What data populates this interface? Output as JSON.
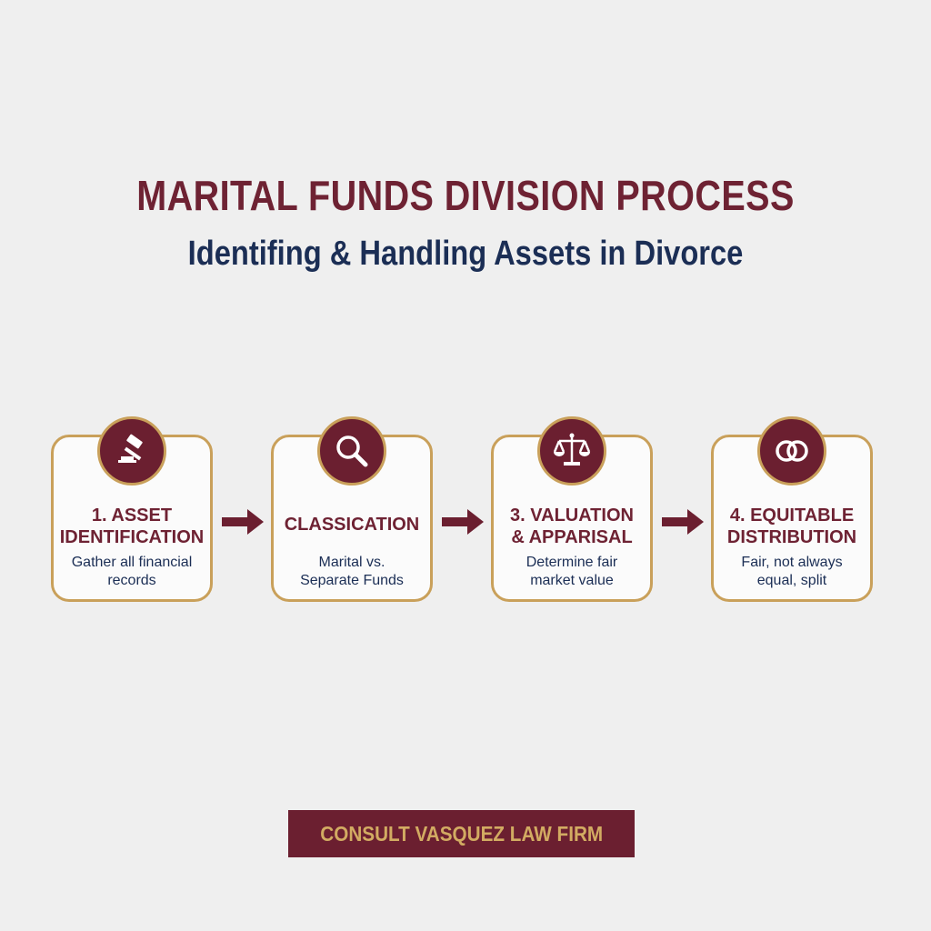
{
  "header": {
    "title": "MARITAL FUNDS DIVISION PROCESS",
    "subtitle": "Identifing & Handling Assets in Divorce"
  },
  "steps": [
    {
      "icon": "gavel-icon",
      "title_line1": "1. ASSET",
      "title_line2": "IDENTIFICATION",
      "desc_line1": "Gather all financial",
      "desc_line2": "records"
    },
    {
      "icon": "magnifier-icon",
      "title_line1": "CLASSICATION",
      "title_line2": "",
      "desc_line1": "Marital vs.",
      "desc_line2": "Separate Funds"
    },
    {
      "icon": "scales-icon",
      "title_line1": "3. VALUATION",
      "title_line2": "& APPARISAL",
      "desc_line1": "Determine fair",
      "desc_line2": "market value"
    },
    {
      "icon": "rings-icon",
      "title_line1": "4. EQUITABLE",
      "title_line2": "DISTRIBUTION",
      "desc_line1": "Fair, not always",
      "desc_line2": "equal, split"
    }
  ],
  "cta": {
    "label": "CONSULT VASQUEZ LAW FIRM"
  },
  "colors": {
    "primary": "#6b1f30",
    "accent": "#c9a05a",
    "navy": "#1b2e55",
    "background": "#efefef"
  }
}
